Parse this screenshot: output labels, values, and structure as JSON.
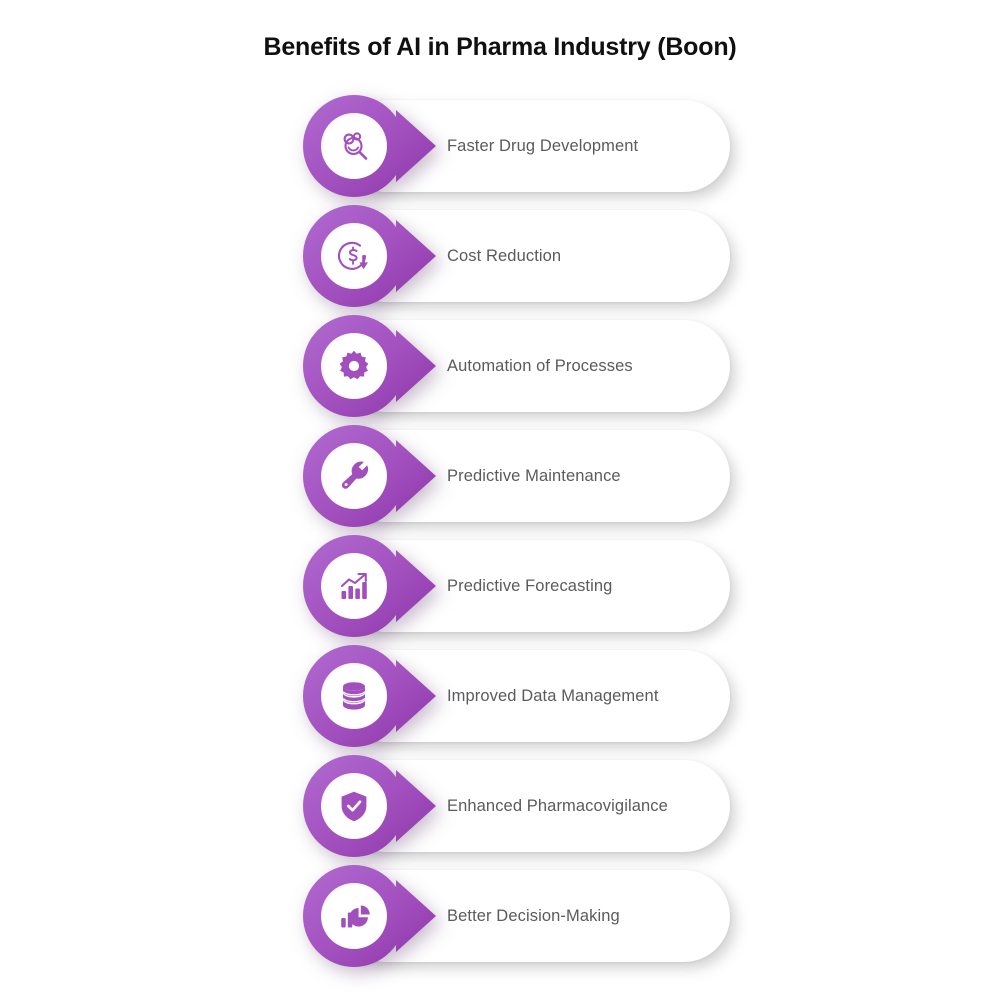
{
  "title": "Benefits of AI in Pharma Industry (Boon)",
  "theme": {
    "purple_light": "#B06AD0",
    "purple_mid": "#A24FBE",
    "purple_dark": "#8B35A8",
    "icon_purple": "#A24FBE",
    "label_color": "#5b5b5e",
    "title_color": "#101010",
    "pill_background": "#ffffff",
    "page_background": "#ffffff"
  },
  "items": [
    {
      "label": "Faster Drug Development",
      "icon": "molecule-magnifier-icon"
    },
    {
      "label": "Cost Reduction",
      "icon": "dollar-down-arrow-icon"
    },
    {
      "label": "Automation of Processes",
      "icon": "gear-icon"
    },
    {
      "label": "Predictive Maintenance",
      "icon": "wrench-icon"
    },
    {
      "label": "Predictive Forecasting",
      "icon": "bar-chart-trend-up-icon"
    },
    {
      "label": "Improved Data Management",
      "icon": "database-icon"
    },
    {
      "label": "Enhanced Pharmacovigilance",
      "icon": "shield-check-icon"
    },
    {
      "label": "Better Decision-Making",
      "icon": "bar-pie-chart-icon"
    }
  ]
}
